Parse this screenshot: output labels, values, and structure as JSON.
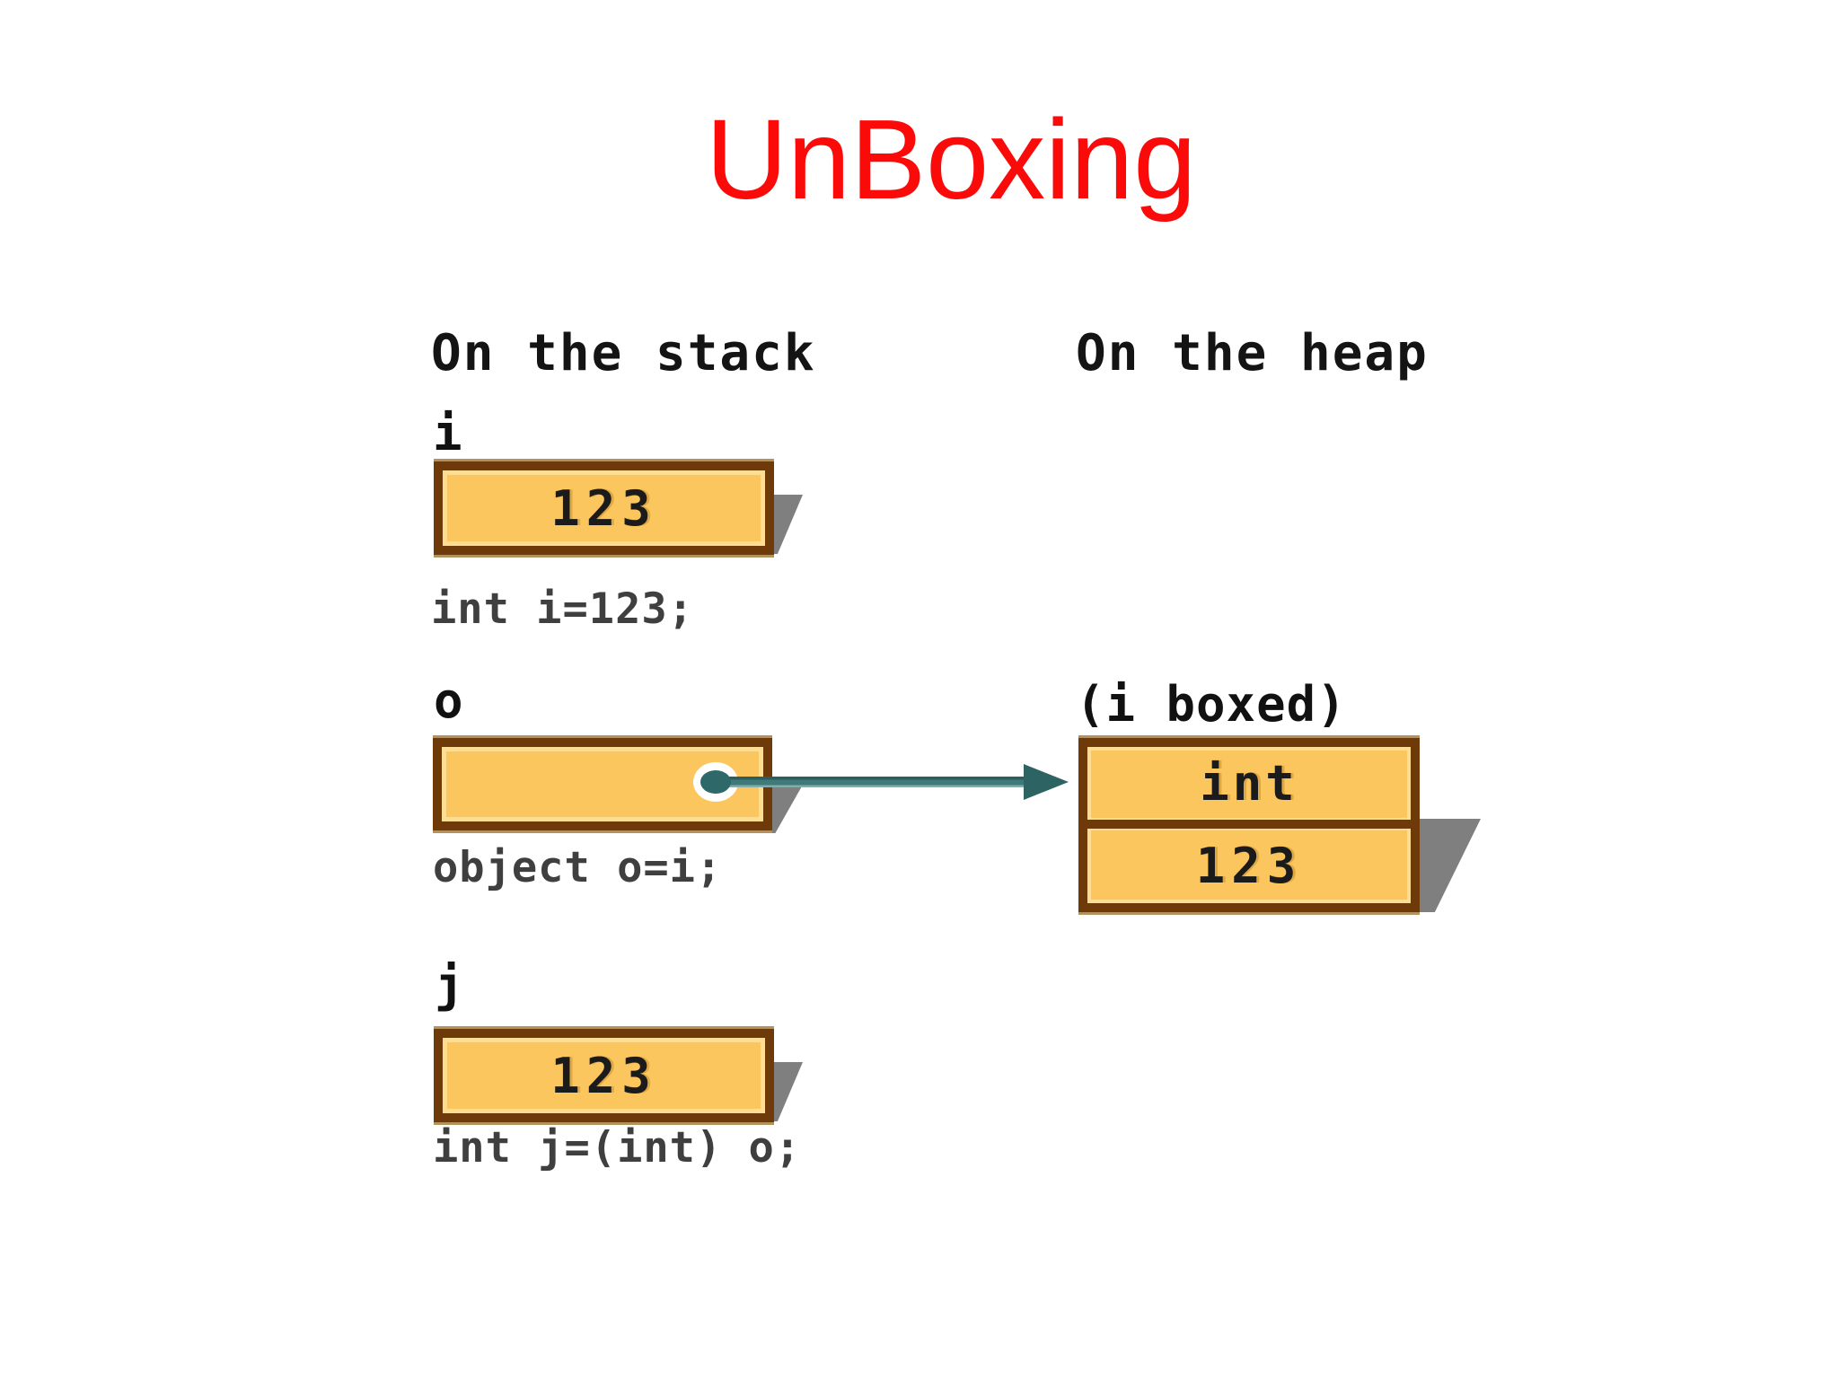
{
  "title": {
    "text": "UnBoxing",
    "color": "#fb0a0a"
  },
  "headers": {
    "stack": "On the stack",
    "heap": "On the heap"
  },
  "stack": {
    "items": [
      {
        "var": "i",
        "value": "123",
        "code": "int i=123;"
      },
      {
        "var": "o",
        "value": "",
        "code": "object o=i;"
      },
      {
        "var": "j",
        "value": "123",
        "code": "int j=(int) o;"
      }
    ]
  },
  "heap": {
    "label": "(i boxed)",
    "rows": [
      "int",
      "123"
    ]
  },
  "diagram": {
    "arrow_icon": "right-arrow",
    "dot_icon": "reference-dot"
  },
  "colors": {
    "title_red": "#fb0a0a",
    "box_fill": "#fcc65f",
    "box_border": "#6e3a0a",
    "cast_shadow": "#7f7f7f",
    "arrow_teal": "#2e6464",
    "header_text": "#141414",
    "code_text": "#3f3f3f"
  }
}
